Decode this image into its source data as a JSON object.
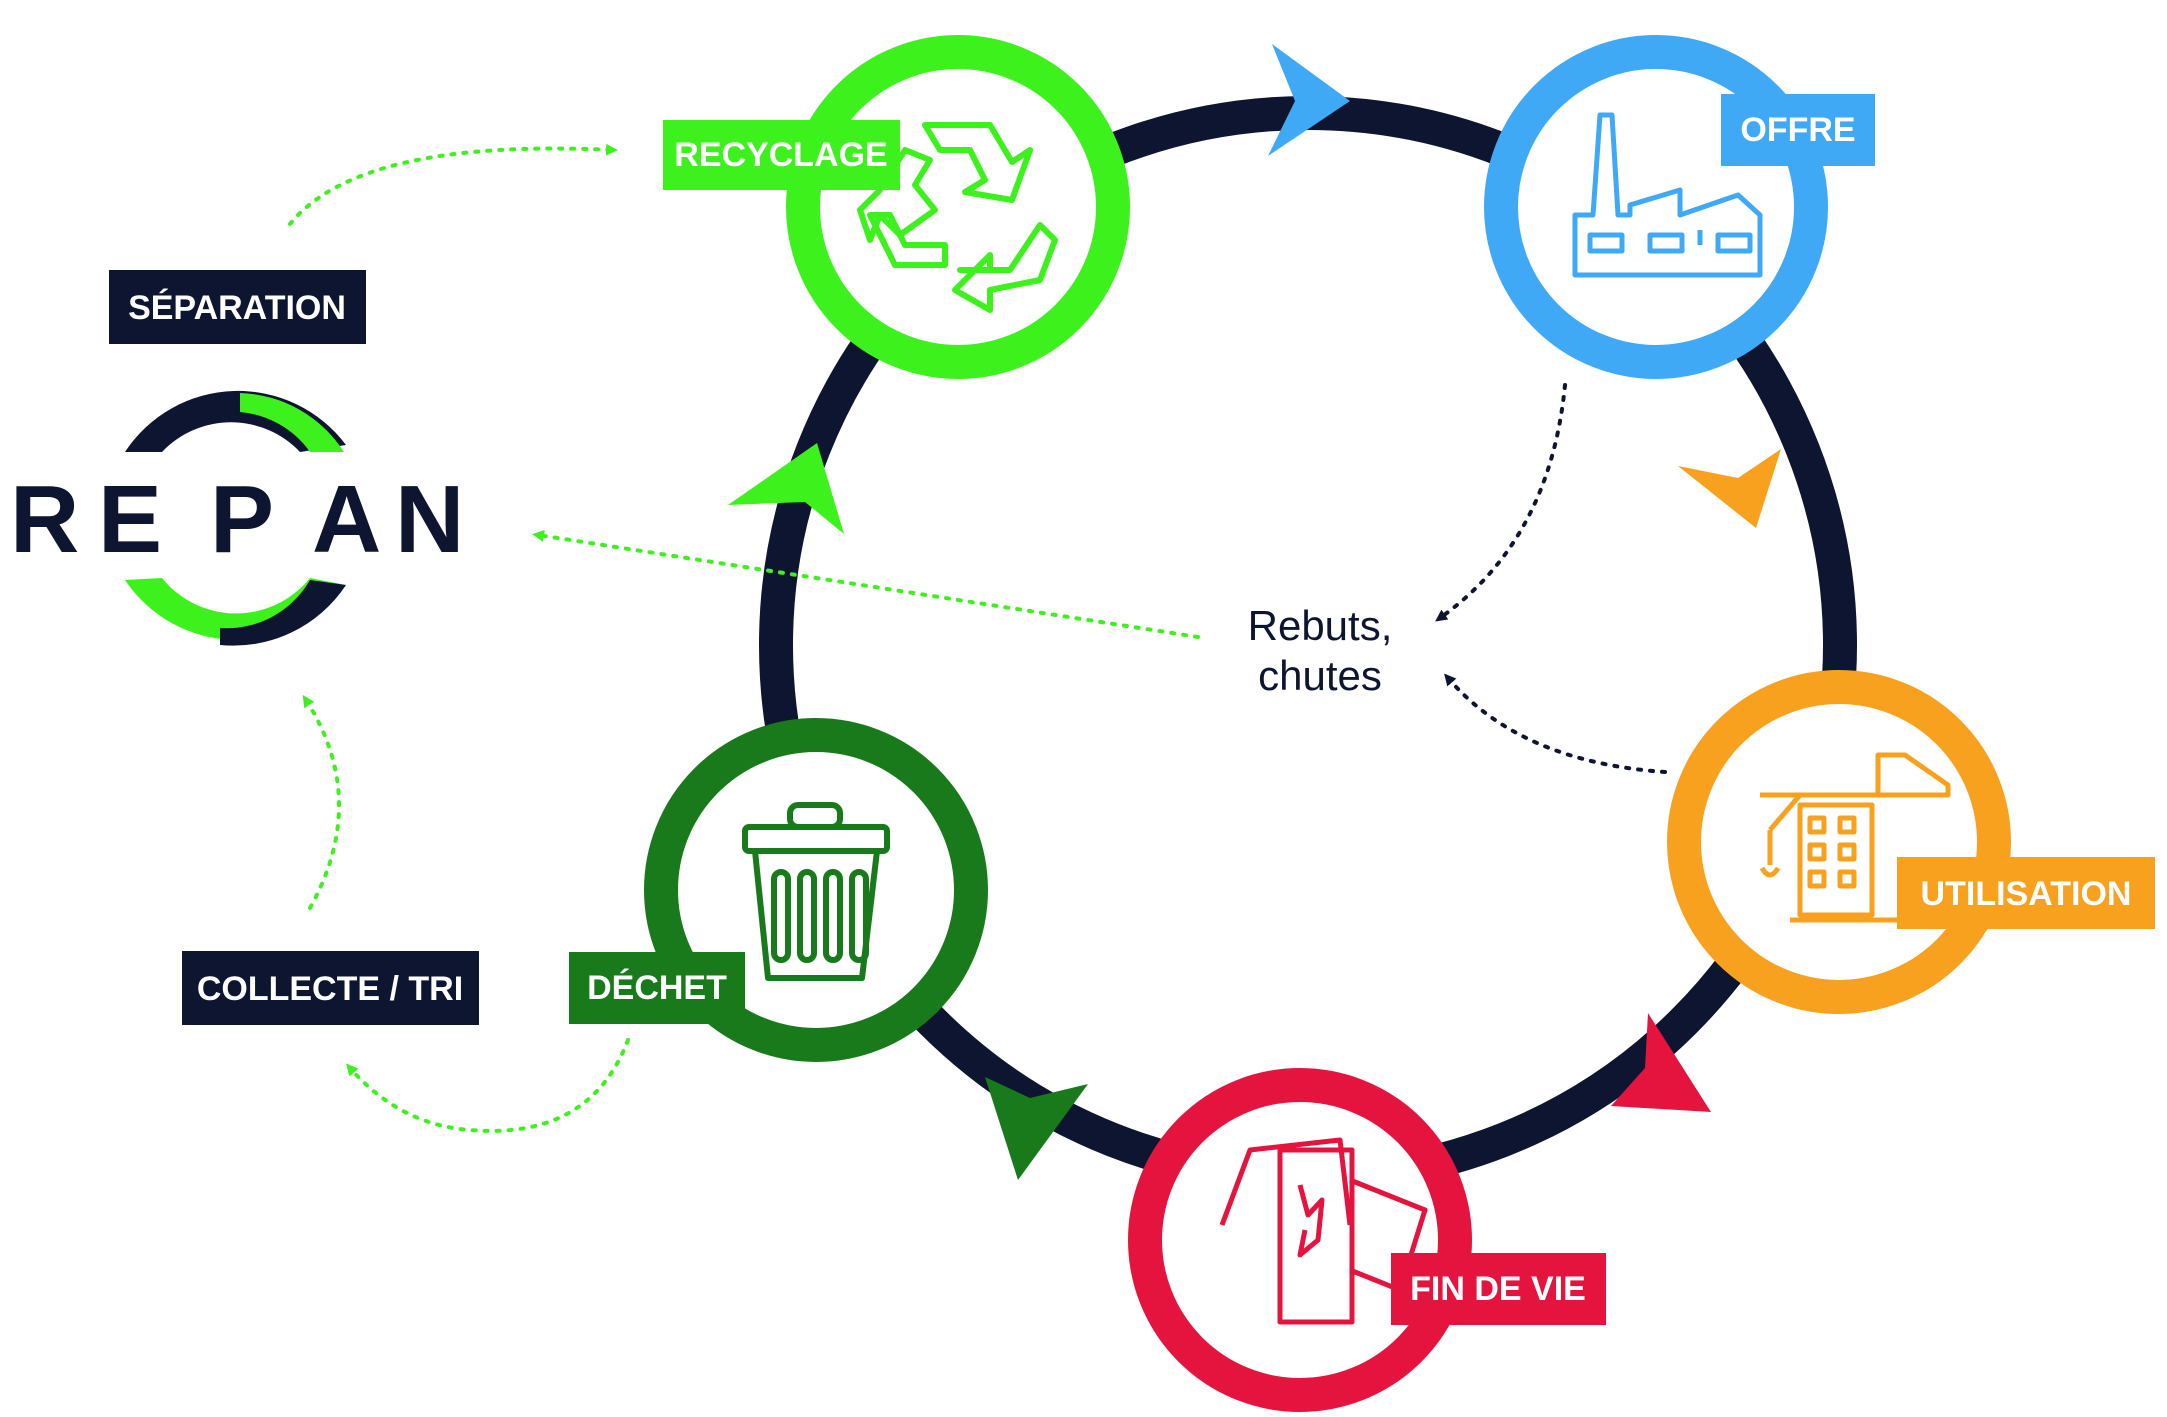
{
  "colors": {
    "navy": "#0d1530",
    "recyclage": "#3df21c",
    "offre": "#3fa9f5",
    "utilisation": "#f7a11f",
    "fin_de_vie": "#e5143f",
    "dechet": "#187a1a",
    "dotted_green": "#3df21c"
  },
  "logo": {
    "letters": [
      "R",
      "E",
      "P",
      "A",
      "N"
    ]
  },
  "stages": {
    "recyclage": {
      "label": "RECYCLAGE",
      "icon": "recycle-icon"
    },
    "offre": {
      "label": "OFFRE",
      "icon": "factory-icon"
    },
    "utilisation": {
      "label": "UTILISATION",
      "icon": "construction-crane-icon"
    },
    "fin_de_vie": {
      "label": "FIN DE VIE",
      "icon": "broken-window-icon"
    },
    "dechet": {
      "label": "DÉCHET",
      "icon": "trash-bin-icon"
    }
  },
  "side_steps": {
    "separation": "SÉPARATION",
    "collecte": "COLLECTE / TRI"
  },
  "center_note": {
    "line1": "Rebuts,",
    "line2": "chutes"
  }
}
